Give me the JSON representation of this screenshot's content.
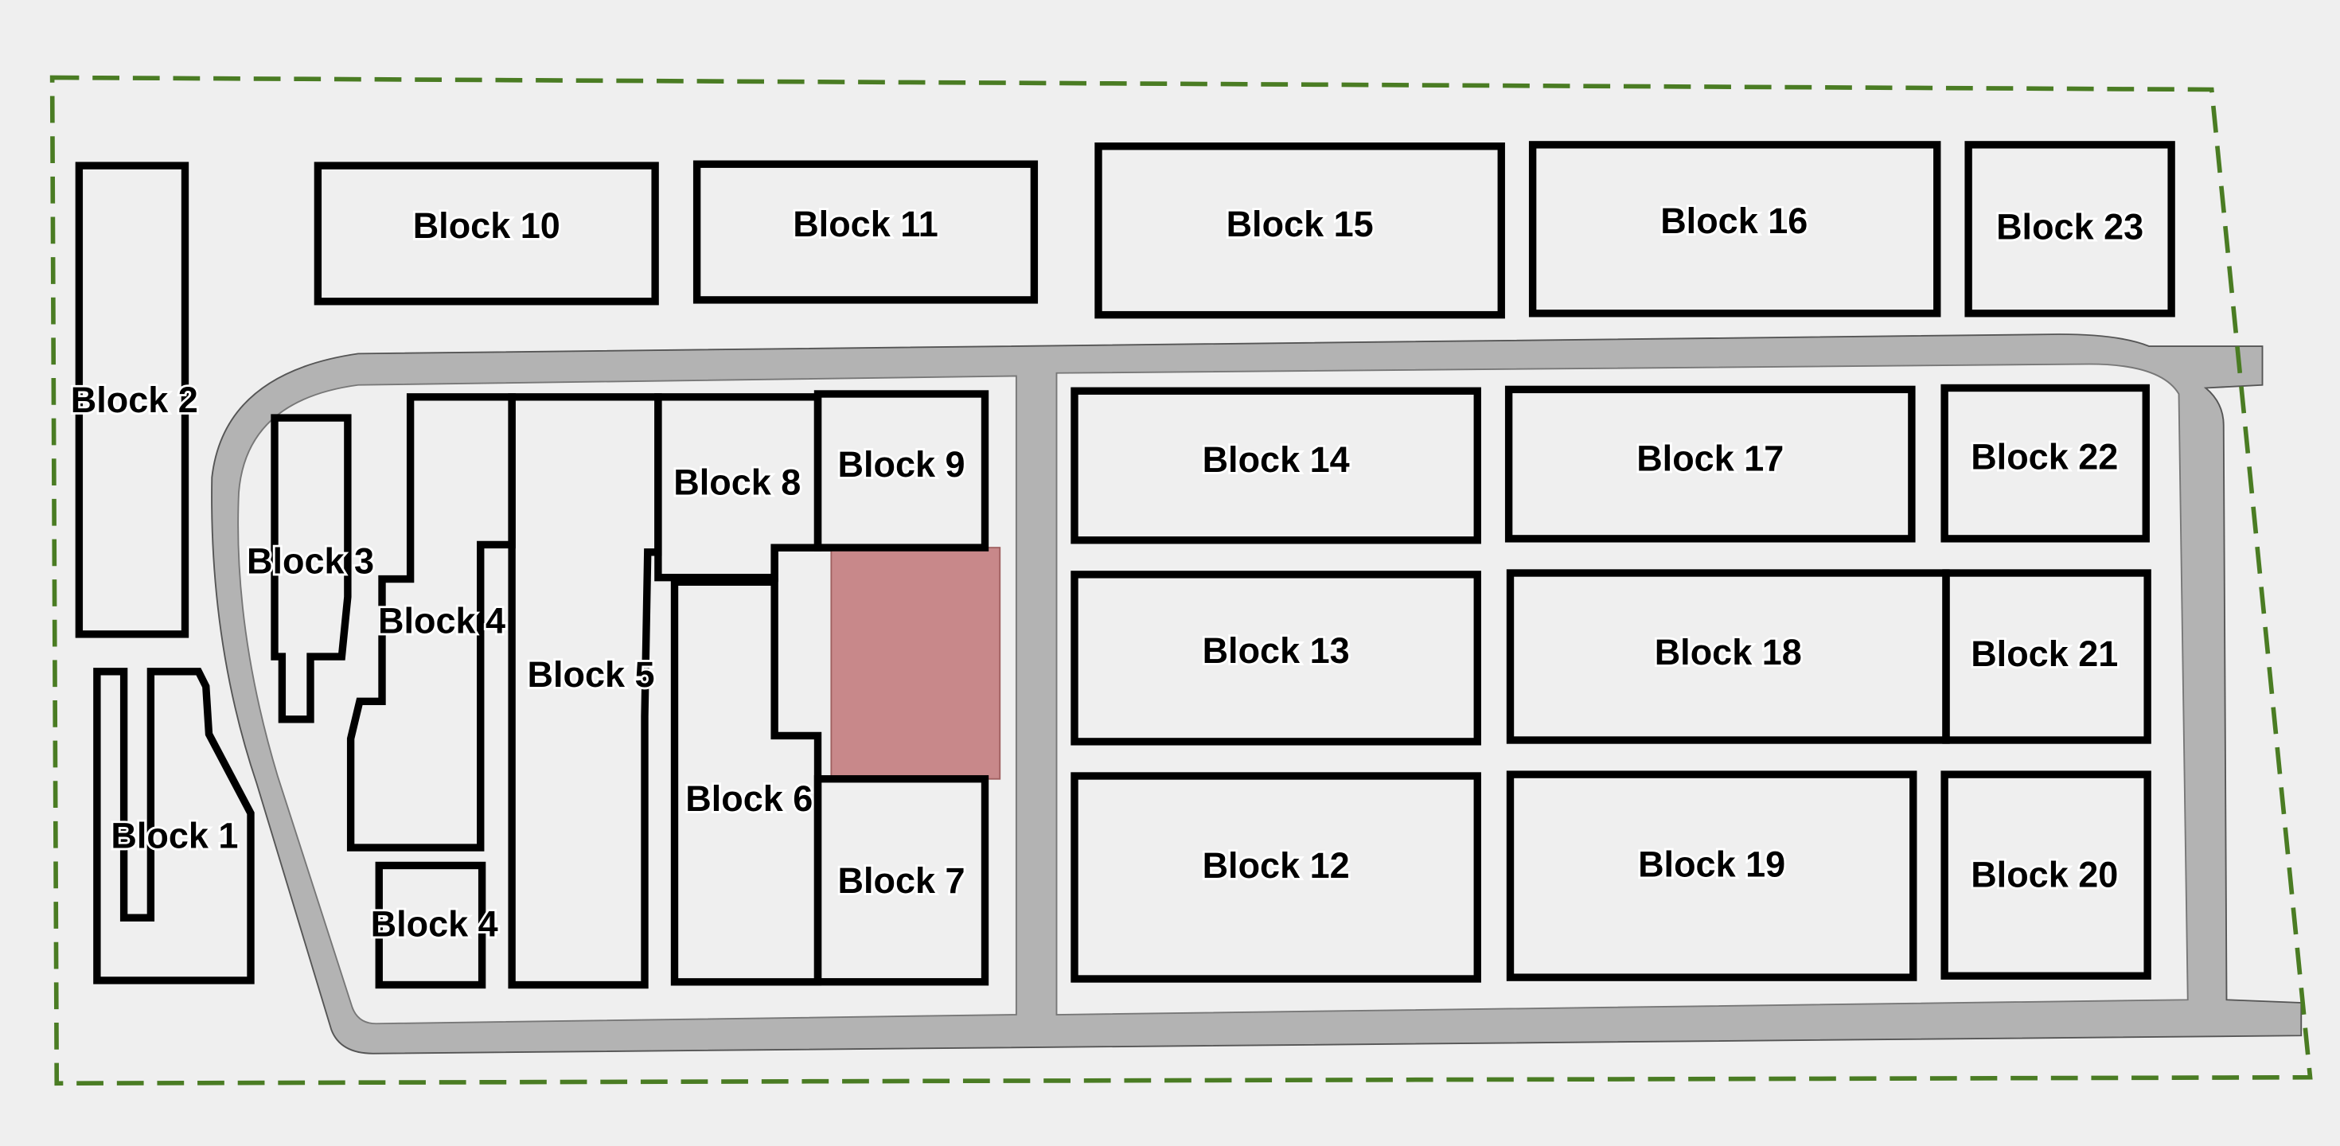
{
  "map": {
    "colors": {
      "background": "#efefef",
      "boundary": "#4a7c23",
      "road": "#b3b3b3",
      "highlight": "#c8888a",
      "block_outline": "#000000"
    },
    "highlighted_area": "red-shaded-plot",
    "labels": [
      {
        "id": "b10",
        "text": "Block 10"
      },
      {
        "id": "b11",
        "text": "Block 11"
      },
      {
        "id": "b15",
        "text": "Block 15"
      },
      {
        "id": "b16",
        "text": "Block 16"
      },
      {
        "id": "b23",
        "text": "Block 23"
      },
      {
        "id": "b2",
        "text": "Block 2"
      },
      {
        "id": "b3",
        "text": "Block 3"
      },
      {
        "id": "b4a",
        "text": "Block 4"
      },
      {
        "id": "b5",
        "text": "Block 5"
      },
      {
        "id": "b8",
        "text": "Block 8"
      },
      {
        "id": "b9",
        "text": "Block 9"
      },
      {
        "id": "b6",
        "text": "Block 6"
      },
      {
        "id": "b1",
        "text": "Block 1"
      },
      {
        "id": "b7",
        "text": "Block 7"
      },
      {
        "id": "b4b",
        "text": "Block 4"
      },
      {
        "id": "b14",
        "text": "Block 14"
      },
      {
        "id": "b17",
        "text": "Block 17"
      },
      {
        "id": "b22",
        "text": "Block 22"
      },
      {
        "id": "b13",
        "text": "Block 13"
      },
      {
        "id": "b18",
        "text": "Block 18"
      },
      {
        "id": "b21",
        "text": "Block 21"
      },
      {
        "id": "b12",
        "text": "Block 12"
      },
      {
        "id": "b19",
        "text": "Block 19"
      },
      {
        "id": "b20",
        "text": "Block 20"
      }
    ]
  }
}
